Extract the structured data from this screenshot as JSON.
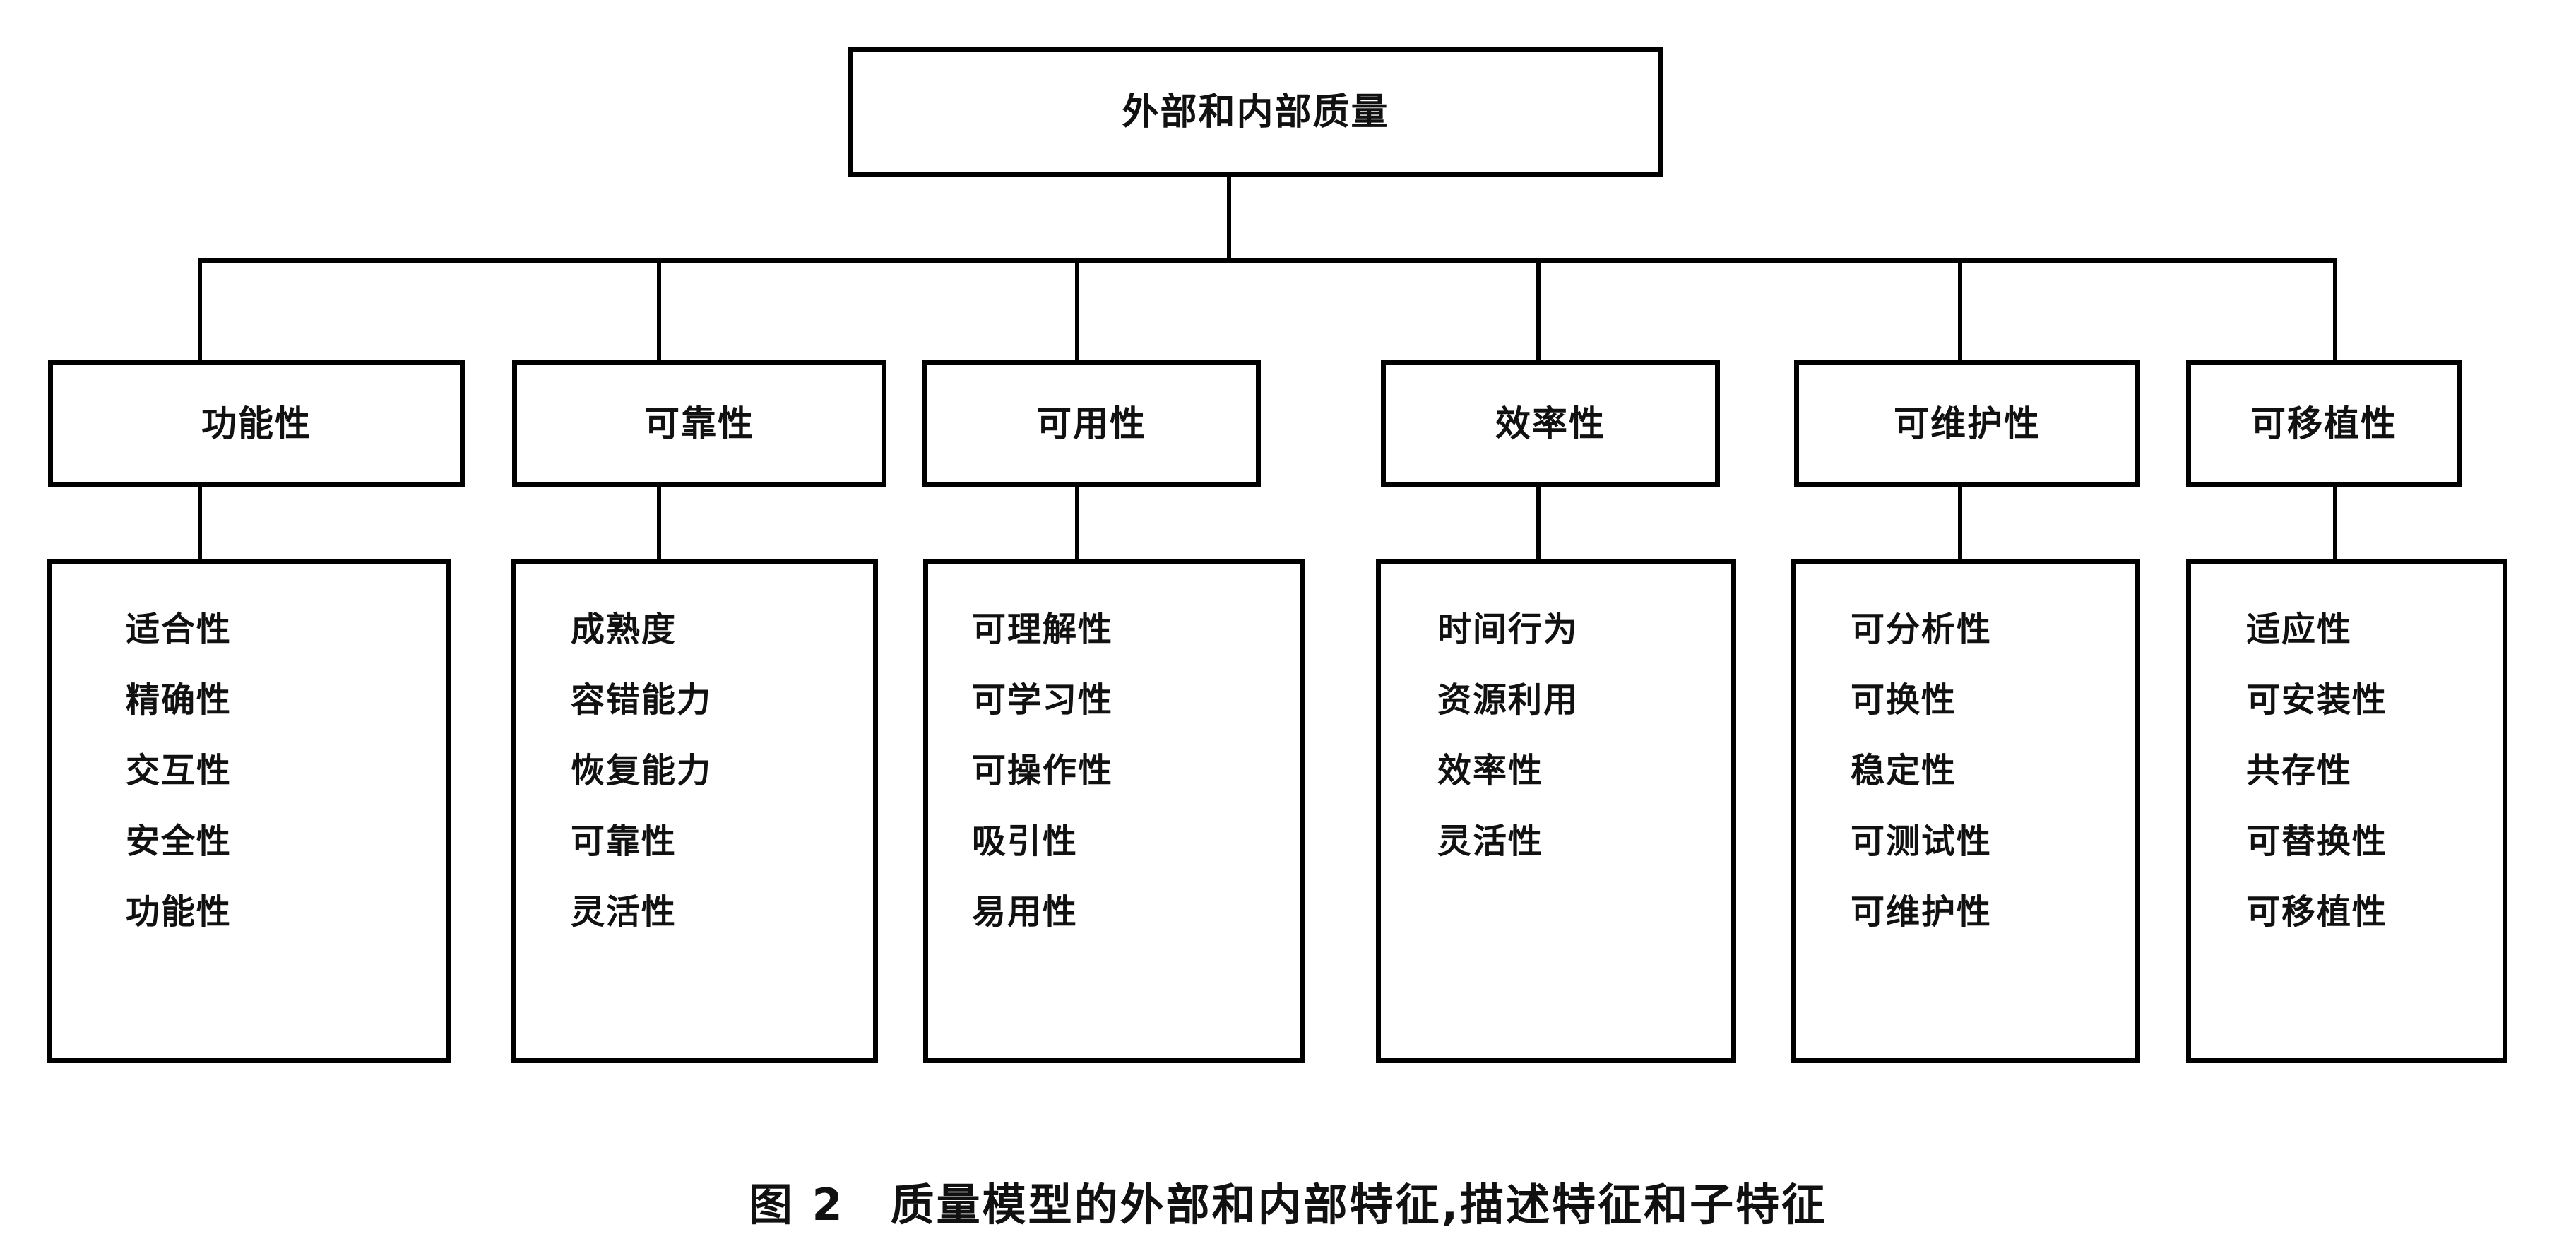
{
  "figure": {
    "root": {
      "label": "外部和内部质量"
    },
    "caption": "图 2　质量模型的外部和内部特征,描述特征和子特征",
    "categories": [
      {
        "label": "功能性",
        "subcharacteristics": [
          "适合性",
          "精确性",
          "交互性",
          "安全性",
          "功能性"
        ]
      },
      {
        "label": "可靠性",
        "subcharacteristics": [
          "成熟度",
          "容错能力",
          "恢复能力",
          "可靠性",
          "灵活性"
        ]
      },
      {
        "label": "可用性",
        "subcharacteristics": [
          "可理解性",
          "可学习性",
          "可操作性",
          "吸引性",
          "易用性"
        ]
      },
      {
        "label": "效率性",
        "subcharacteristics": [
          "时间行为",
          "资源利用",
          "效率性",
          "灵活性"
        ]
      },
      {
        "label": "可维护性",
        "subcharacteristics": [
          "可分析性",
          "可换性",
          "稳定性",
          "可测试性",
          "可维护性"
        ]
      },
      {
        "label": "可移植性",
        "subcharacteristics": [
          "适应性",
          "可安装性",
          "共存性",
          "可替换性",
          "可移植性"
        ]
      }
    ]
  },
  "colors": {
    "line": "#000000",
    "text": "#111111",
    "background": "#ffffff"
  }
}
